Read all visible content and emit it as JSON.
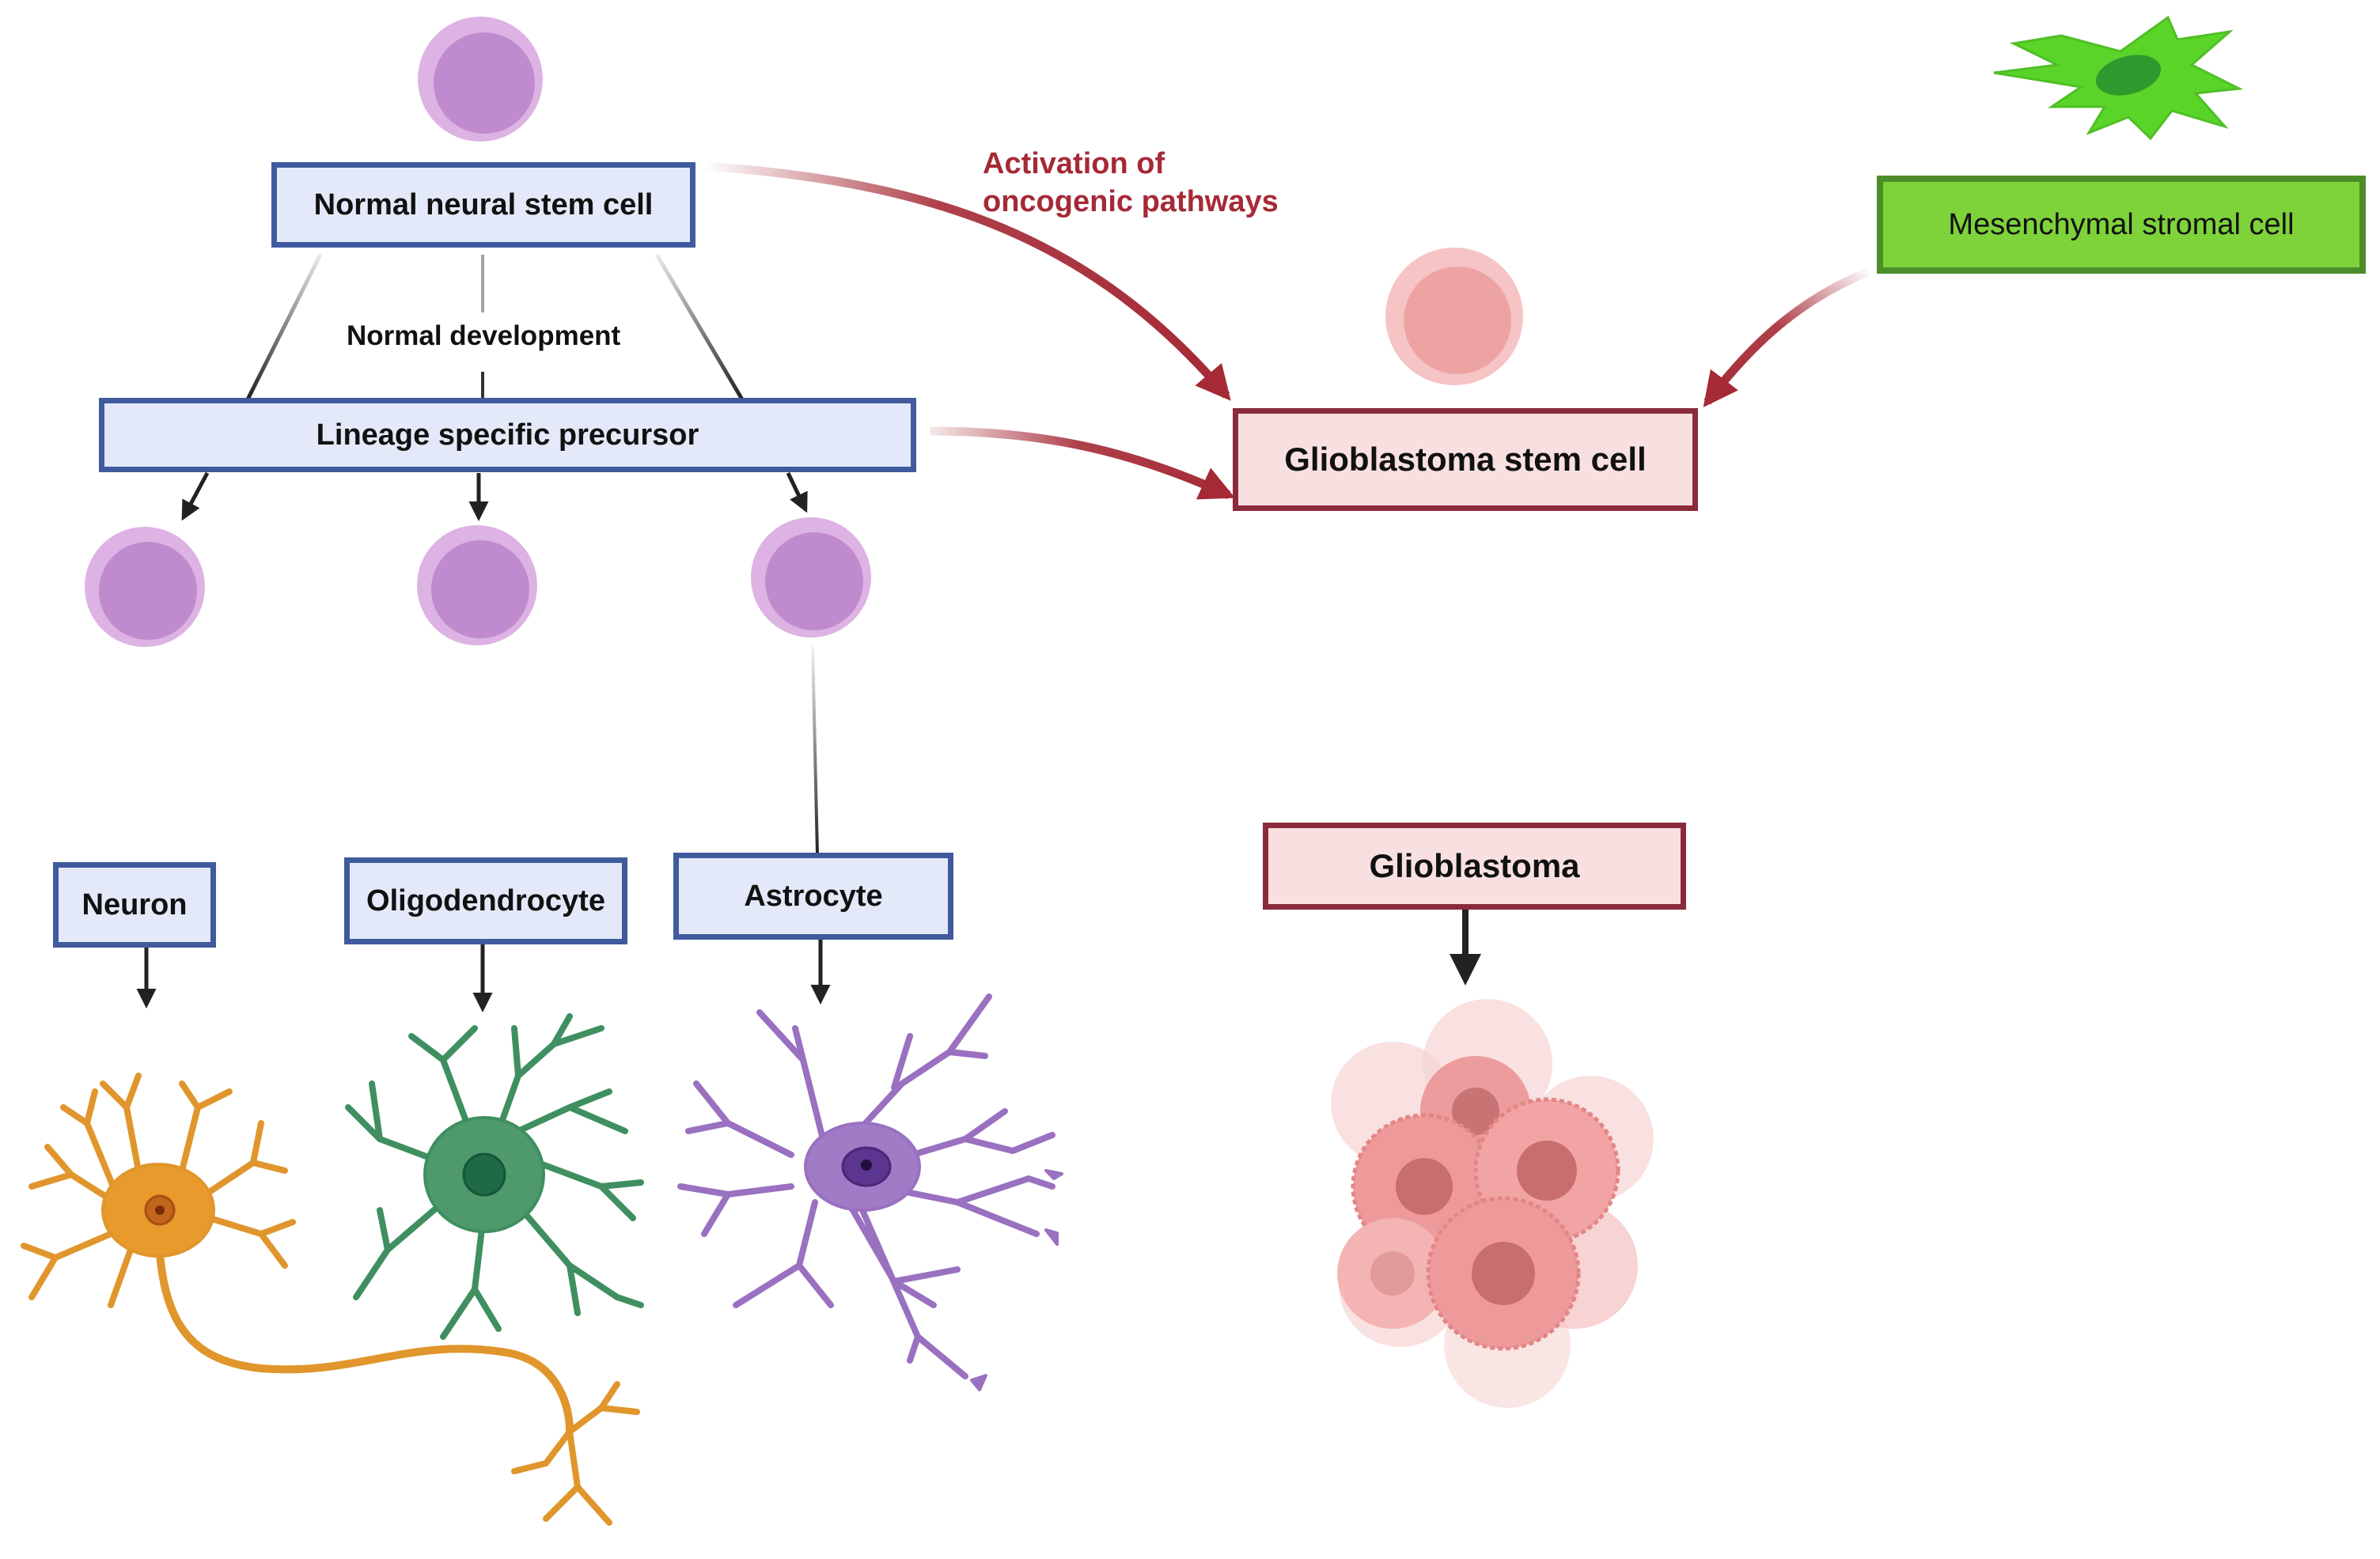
{
  "nodes": {
    "normal_neural_stem_cell": "Normal neural stem cell",
    "lineage_specific_precursor": "Lineage specific precursor",
    "neuron": "Neuron",
    "oligodendrocyte": "Oligodendrocyte",
    "astrocyte": "Astrocyte",
    "glioblastoma_stem_cell": "Glioblastoma stem cell",
    "glioblastoma": "Glioblastoma",
    "mesenchymal_stromal_cell": "Mesenchymal stromal cell"
  },
  "edge_labels": {
    "normal_development": "Normal development",
    "oncogenic_line1": "Activation of",
    "oncogenic_line2": "oncogenic pathways"
  },
  "colors": {
    "normal_box_fill": "#e3e9f8",
    "normal_box_border": "#3f5b9e",
    "tumor_box_fill": "#f9e0e0",
    "tumor_box_border": "#8a2b3c",
    "stromal_box_fill": "#7ed23a",
    "stromal_box_border": "#4c8d2a",
    "oncogenic_arrow": "#a52a36",
    "stem_cell": "#c998d3",
    "neuron": "#e0962c",
    "oligodendrocyte": "#3f8f60",
    "astrocyte": "#9a70c0",
    "tumor_cell": "#ee9a9a"
  }
}
